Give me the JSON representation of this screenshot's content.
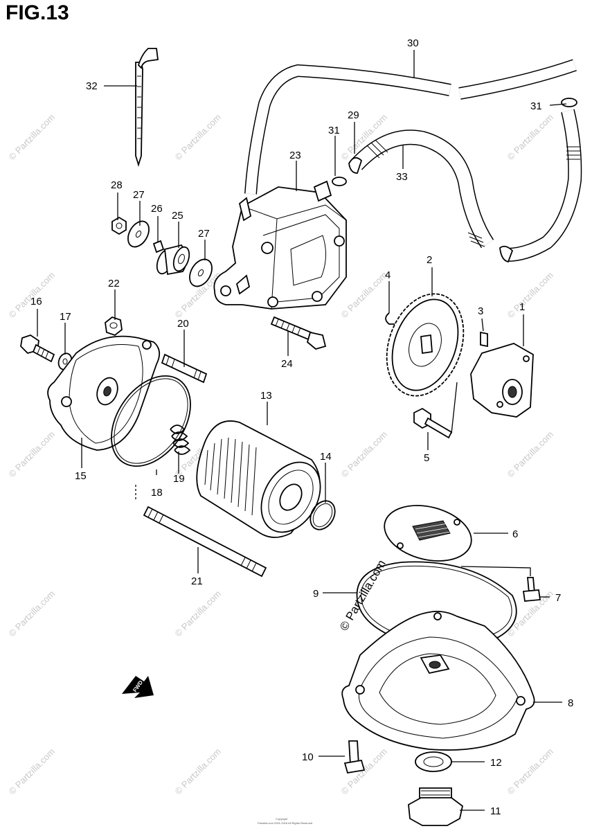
{
  "figure": {
    "title": "FIG.13",
    "fwd_label": "FWD",
    "copyright_line1": "Copyright",
    "copyright_line2": "Partzilla.com 2001-2018 All Rights Reserved"
  },
  "watermark": {
    "text": "© Partzilla.com",
    "featured_text": "© Partzilla.com"
  },
  "callouts": {
    "c1": "1",
    "c2": "2",
    "c3": "3",
    "c4": "4",
    "c5": "5",
    "c6": "6",
    "c7": "7",
    "c8": "8",
    "c9": "9",
    "c10": "10",
    "c11": "11",
    "c12": "12",
    "c13": "13",
    "c14": "14",
    "c15": "15",
    "c16": "16",
    "c17": "17",
    "c18": "18",
    "c19": "19",
    "c20": "20",
    "c21": "21",
    "c22": "22",
    "c23": "23",
    "c24": "24",
    "c25": "25",
    "c26": "26",
    "c27a": "27",
    "c27b": "27",
    "c28": "28",
    "c29": "29",
    "c30": "30",
    "c31a": "31",
    "c31b": "31",
    "c32": "32",
    "c33": "33"
  },
  "colors": {
    "line": "#000000",
    "watermark": "#c8c8c8",
    "background": "#ffffff"
  }
}
